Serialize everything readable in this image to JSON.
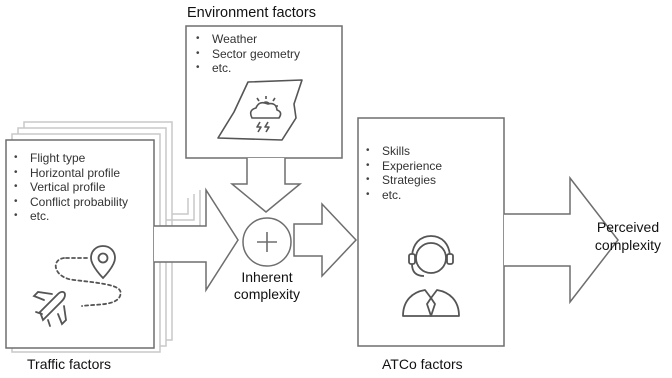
{
  "environment": {
    "title": "Environment factors",
    "items": [
      "Weather",
      "Sector geometry",
      "etc."
    ],
    "icon": "map-weather-icon"
  },
  "traffic": {
    "title": "Traffic factors",
    "items": [
      "Flight type",
      "Horizontal profile",
      "Vertical profile",
      "Conflict probability",
      "etc."
    ],
    "icon": "airplane-route-icon"
  },
  "atco": {
    "title": "ATCo factors",
    "items": [
      "Skills",
      "Experience",
      "Strategies",
      "etc."
    ],
    "icon": "controller-headset-icon"
  },
  "inherent": {
    "label_line1": "Inherent",
    "label_line2": "complexity",
    "icon": "plus-circle-icon"
  },
  "perceived": {
    "label_line1": "Perceived",
    "label_line2": "complexity"
  },
  "colors": {
    "stroke": "#6e6e6e",
    "stack_stroke": "#c8c8c8",
    "text": "#111111"
  }
}
